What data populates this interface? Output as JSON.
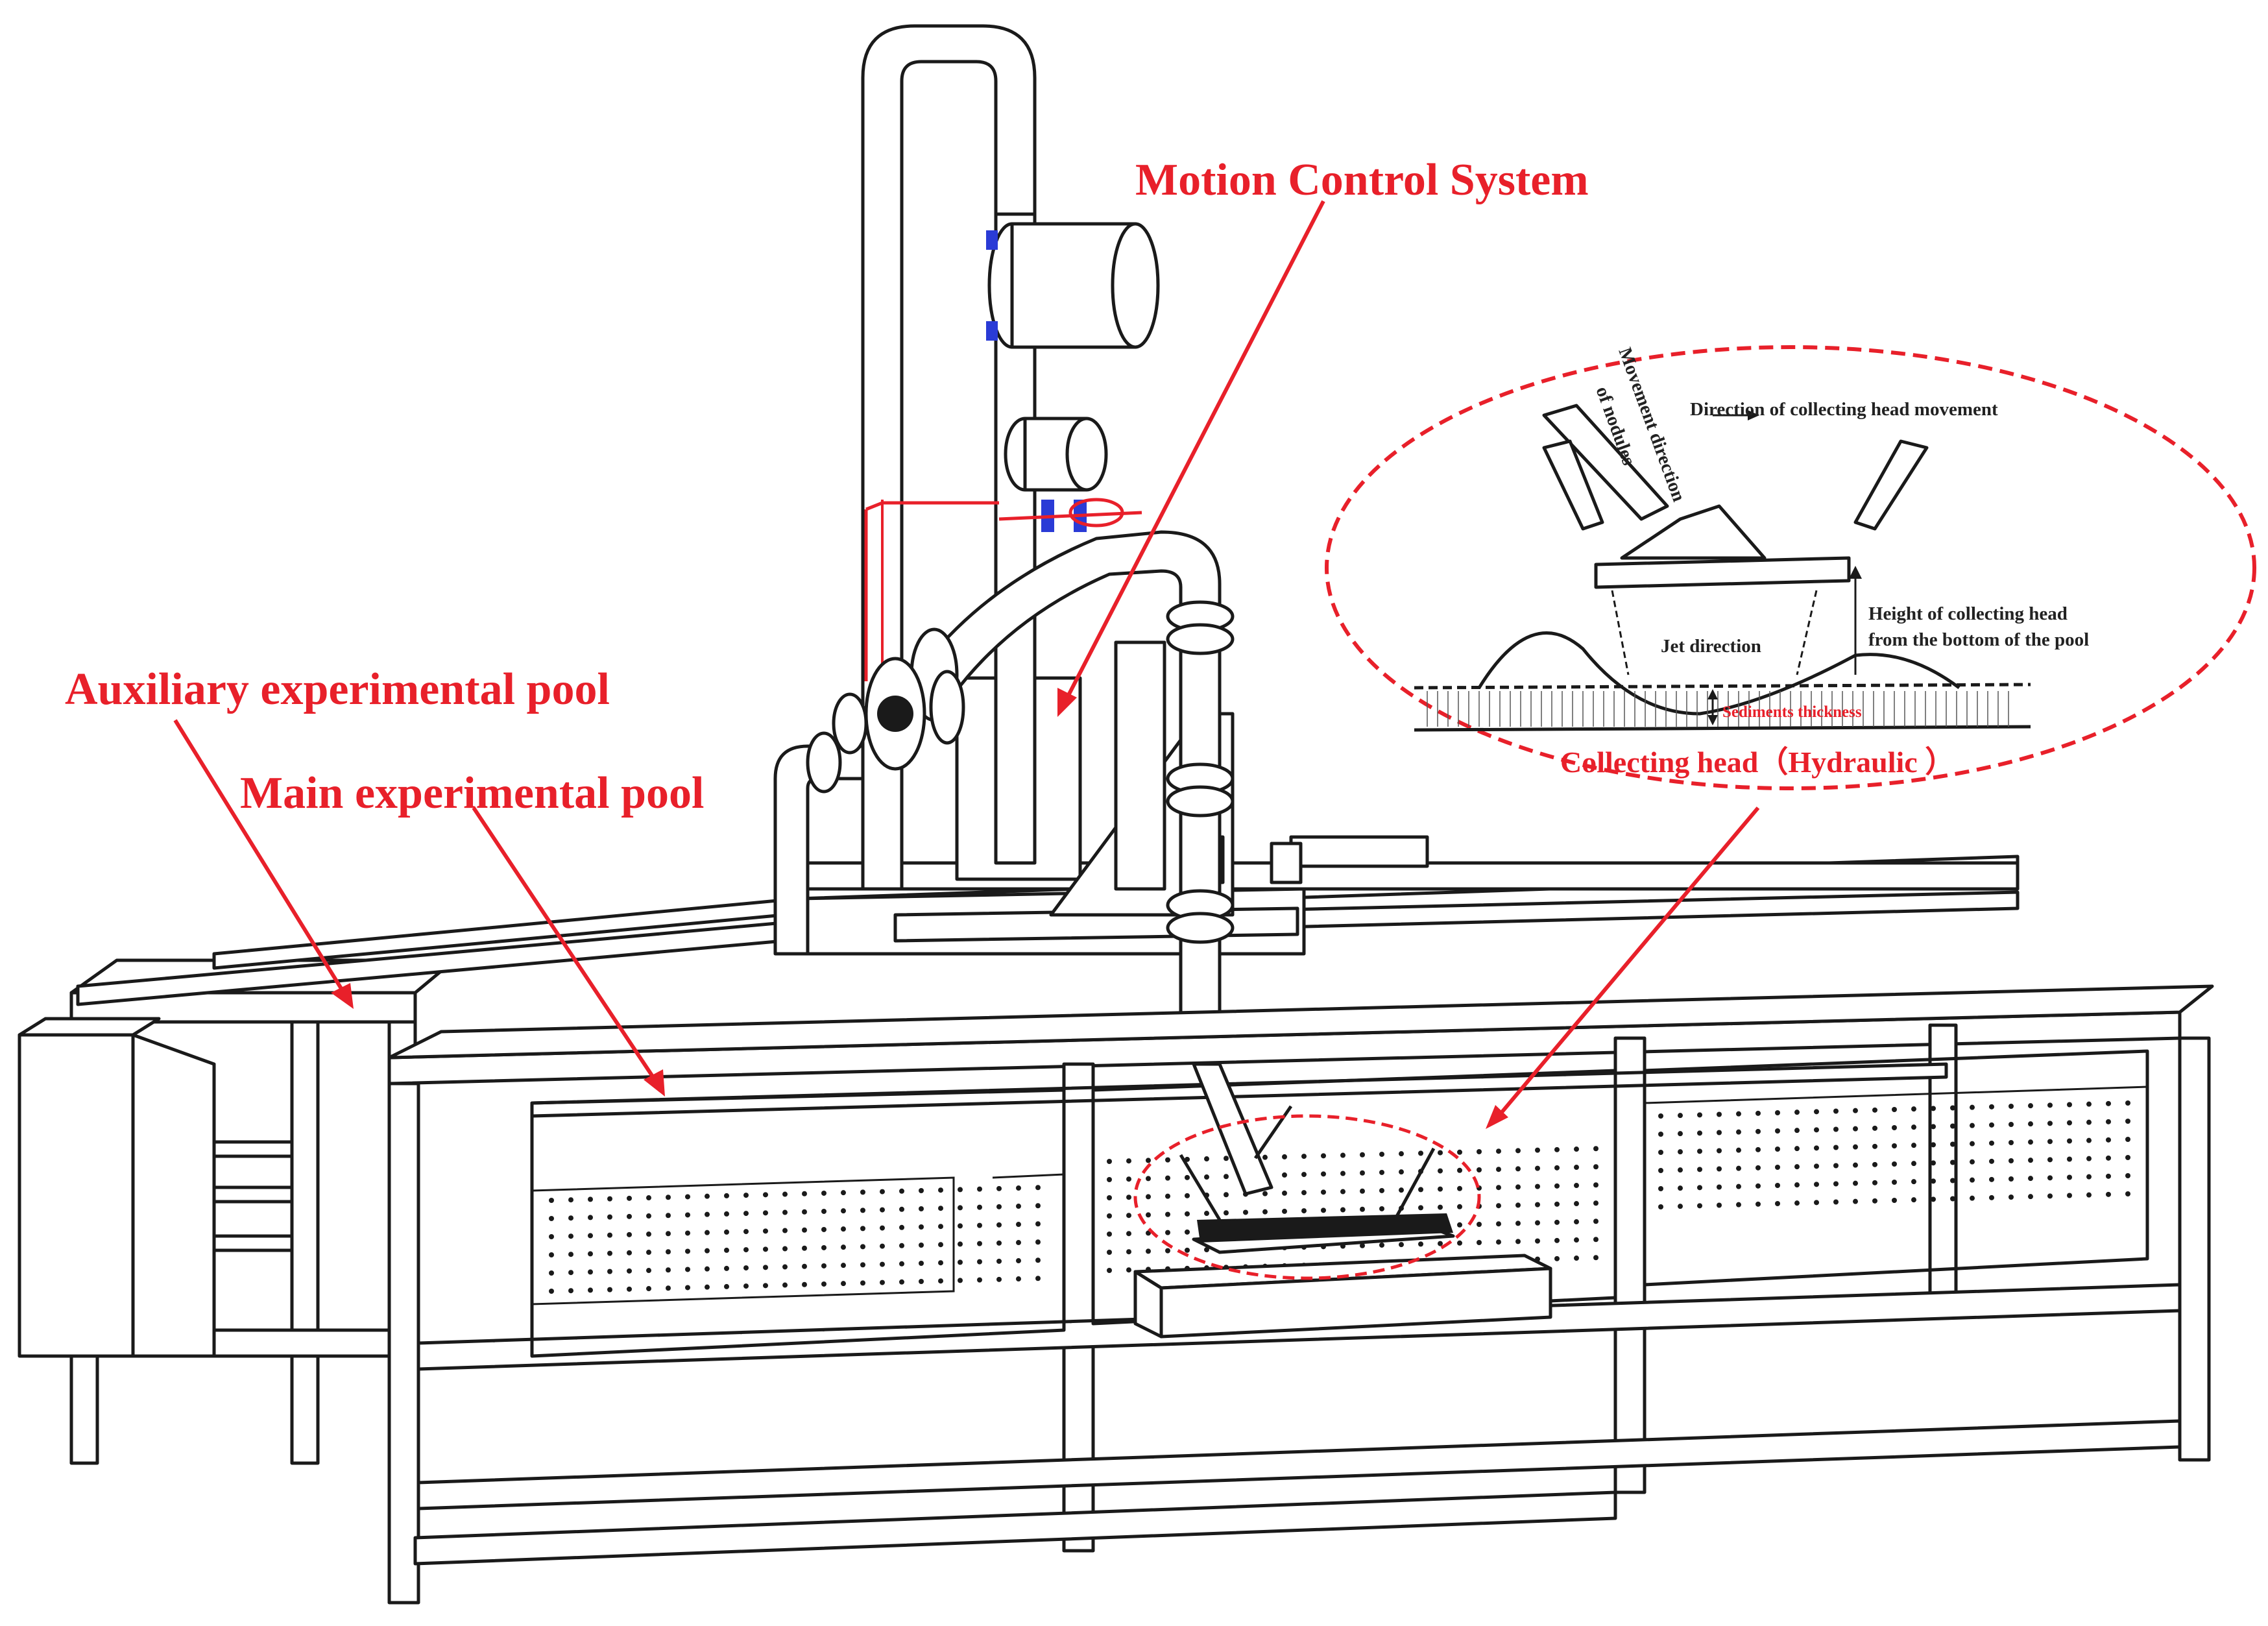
{
  "labels": {
    "motion_control": "Motion Control System",
    "auxiliary_pool": "Auxiliary experimental pool",
    "main_pool": "Main experimental pool",
    "collecting_head": "Collecting head（Hydraulic ）"
  },
  "inset": {
    "movement_direction_nodules": "Movement direction",
    "of_nodules": "of nodules",
    "direction_head_movement": "Direction of collecting head movement",
    "height_line1": "Height of collecting head",
    "height_line2": "from the bottom of the pool",
    "jet_direction": "Jet direction",
    "sediments_thickness": "Sediments thickness"
  },
  "colors": {
    "annotation": "#e8202a",
    "line": "#1a1a1a",
    "flange_blue": "#2a3bd6"
  }
}
